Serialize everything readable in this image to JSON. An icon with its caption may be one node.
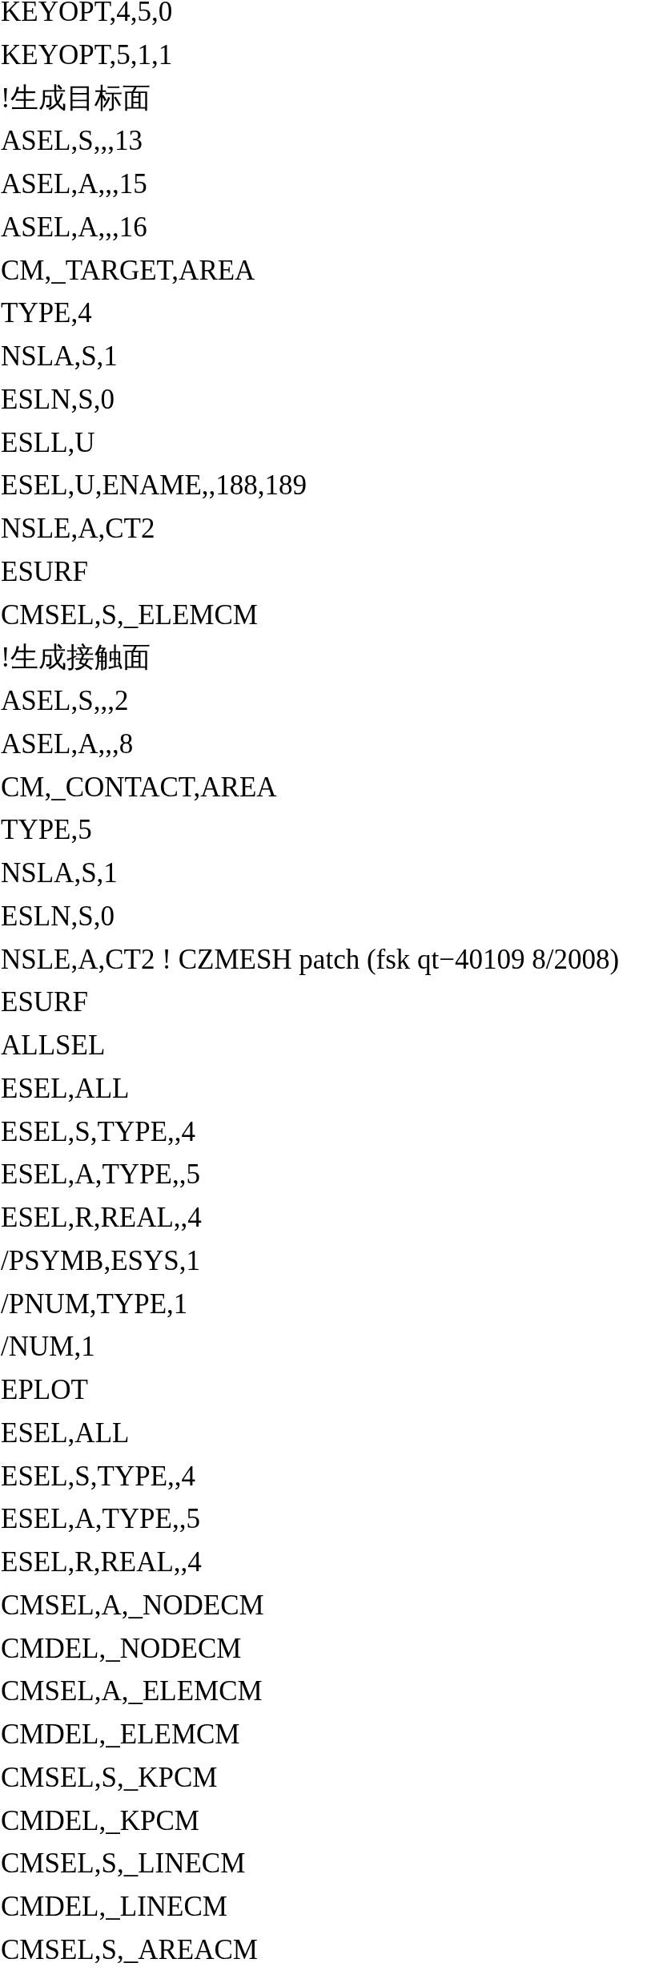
{
  "diagram": {
    "labels": [
      "KEYOPT,4,5,0",
      "KEYOPT,5,1,1",
      "!生成目标面",
      "ASEL,S,,,13",
      "ASEL,A,,,15",
      "ASEL,A,,,16",
      "CM,_TARGET,AREA",
      "TYPE,4",
      "NSLA,S,1",
      "ESLN,S,0",
      "ESLL,U",
      "ESEL,U,ENAME,,188,189",
      "NSLE,A,CT2",
      "ESURF",
      "CMSEL,S,_ELEMCM",
      "!生成接触面",
      "ASEL,S,,,2",
      "ASEL,A,,,8",
      "CM,_CONTACT,AREA",
      "TYPE,5",
      "NSLA,S,1",
      "ESLN,S,0",
      "NSLE,A,CT2 ! CZMESH patch (fsk qt−40109 8/2008)",
      "ESURF",
      "ALLSEL",
      "ESEL,ALL",
      "ESEL,S,TYPE,,4",
      "ESEL,A,TYPE,,5",
      "ESEL,R,REAL,,4",
      "/PSYMB,ESYS,1",
      "/PNUM,TYPE,1",
      "/NUM,1",
      "EPLOT",
      "ESEL,ALL",
      "ESEL,S,TYPE,,4",
      "ESEL,A,TYPE,,5",
      "ESEL,R,REAL,,4",
      "CMSEL,A,_NODECM",
      "CMDEL,_NODECM",
      "CMSEL,A,_ELEMCM",
      "CMDEL,_ELEMCM",
      "CMSEL,S,_KPCM",
      "CMDEL,_KPCM",
      "CMSEL,S,_LINECM",
      "CMDEL,_LINECM",
      "CMSEL,S,_AREACM"
    ]
  }
}
